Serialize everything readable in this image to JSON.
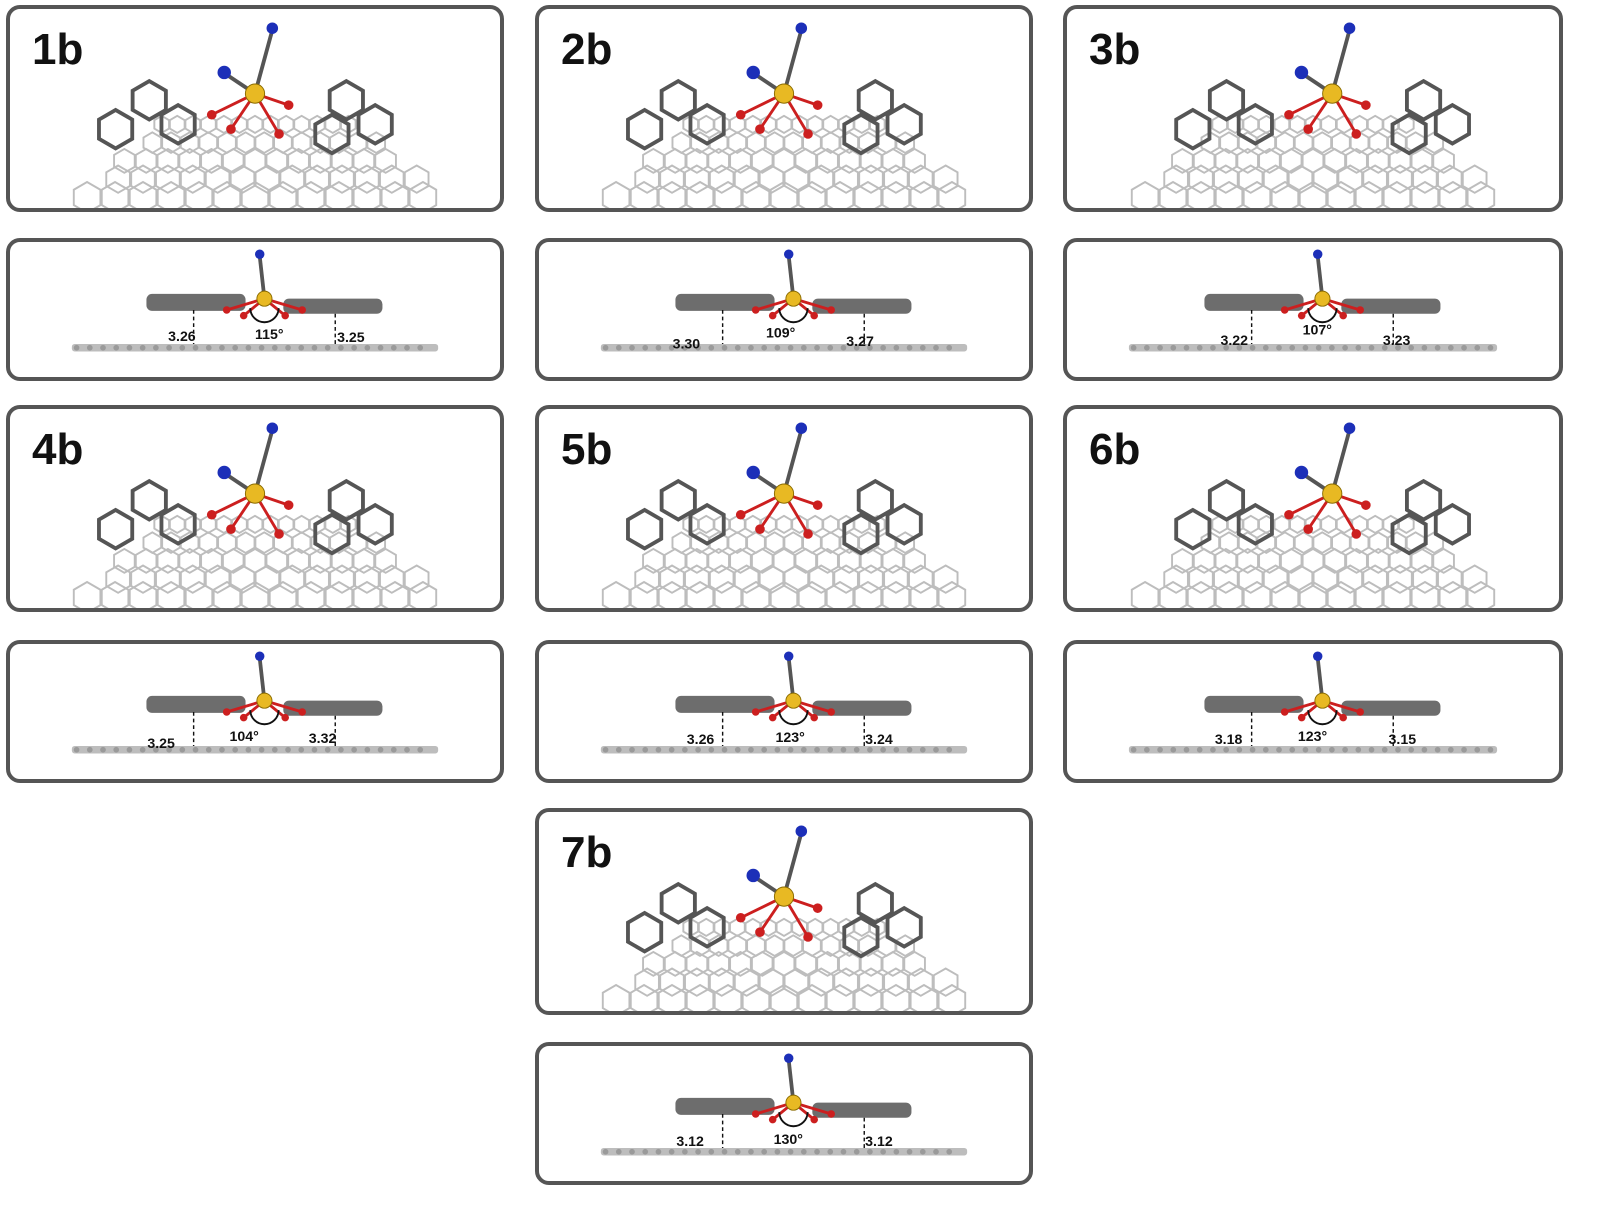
{
  "complexes": [
    {
      "label": "1b",
      "left_distance": "3.26",
      "angle": "115°",
      "right_distance": "3.25"
    },
    {
      "label": "2b",
      "left_distance": "3.30",
      "angle": "109°",
      "right_distance": "3.27"
    },
    {
      "label": "3b",
      "left_distance": "3.22",
      "angle": "107°",
      "right_distance": "3.23"
    },
    {
      "label": "4b",
      "left_distance": "3.25",
      "angle": "104°",
      "right_distance": "3.32"
    },
    {
      "label": "5b",
      "left_distance": "3.26",
      "angle": "123°",
      "right_distance": "3.24"
    },
    {
      "label": "6b",
      "left_distance": "3.18",
      "angle": "123°",
      "right_distance": "3.15"
    },
    {
      "label": "7b",
      "left_distance": "3.12",
      "angle": "130°",
      "right_distance": "3.12"
    }
  ],
  "colors": {
    "gold_atom": "#e8b923",
    "oxygen": "#cc1f1f",
    "nitrogen": "#1c2fb8",
    "carbon": "#555555",
    "graphene": "#bdbdbd",
    "hydrogen": "#f2f2f2"
  }
}
